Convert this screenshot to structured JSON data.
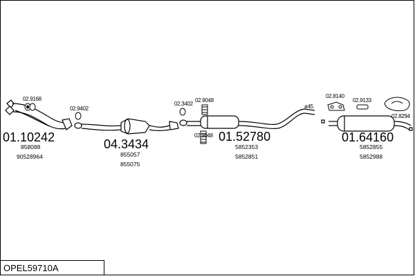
{
  "diagram": {
    "code": "OPEL59710A",
    "main_parts": [
      {
        "number": "01.10242",
        "oe": [
          "858088",
          "90528964"
        ]
      },
      {
        "number": "04.3434",
        "oe": [
          "855057",
          "855075"
        ]
      },
      {
        "number": "01.52780",
        "oe": [
          "5852353",
          "5852851"
        ]
      },
      {
        "number": "01.64160",
        "oe": [
          "5852855",
          "5852988"
        ]
      }
    ],
    "accessories": [
      {
        "number": "02.9168"
      },
      {
        "number": "02.9402"
      },
      {
        "number": "02.3402"
      },
      {
        "number": "02.9048"
      },
      {
        "number": "02.9048"
      },
      {
        "number": "02.8140"
      },
      {
        "number": "02.9133"
      },
      {
        "number": "02.8294"
      }
    ],
    "pipe_diameter": "ø45"
  }
}
